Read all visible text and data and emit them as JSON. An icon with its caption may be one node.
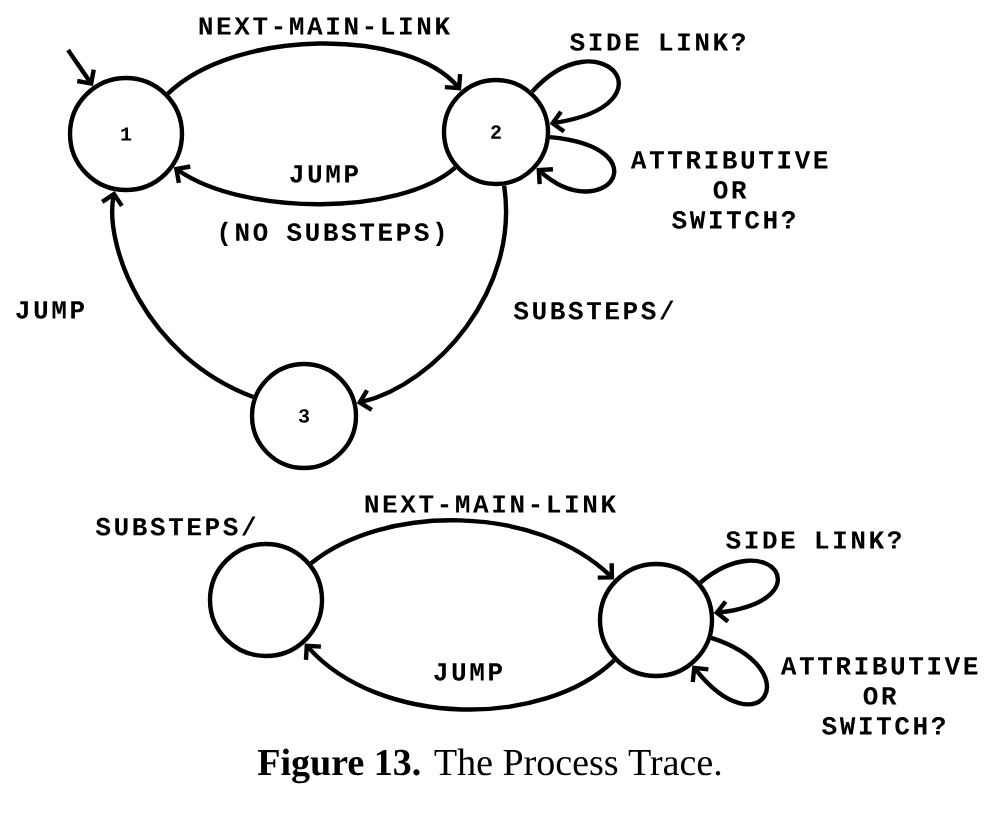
{
  "diagram": {
    "caption": "**Figure 13.** The Process Trace.",
    "nodes": [
      {
        "text": [
          "1"
        ]
      },
      {
        "text": [
          "2"
        ]
      },
      {
        "text": [
          "3"
        ]
      },
      {
        "text": [],
        "shape": "circle",
        "beside": [
          "SUBSTEPS/"
        ]
      },
      {
        "text": [],
        "shape": "circle"
      }
    ],
    "edges": [
      {
        "from": null,
        "to": 0,
        "arrow": "to"
      },
      {
        "from": 0,
        "to": 1,
        "arrow": "to",
        "label": "NEXT-MAIN-LINK"
      },
      {
        "from": 1,
        "to": 0,
        "arrow": "to",
        "label": "JUMP"
      },
      {
        "from": 1,
        "to": 1,
        "arrow": "to",
        "label": "SIDE LINK?"
      },
      {
        "from": 1,
        "to": 1,
        "arrow": "to",
        "label": "ATTRIBUTIVE OR SWITCH?"
      },
      {
        "from": 1,
        "to": 2,
        "arrow": "to",
        "label": "SUBSTEPS/"
      },
      {
        "from": 2,
        "to": 0,
        "arrow": "to",
        "label": "JUMP"
      },
      {
        "from": 3,
        "to": 4,
        "arrow": "to",
        "label": "NEXT-MAIN-LINK"
      },
      {
        "from": 4,
        "to": 3,
        "arrow": "to",
        "label": "JUMP"
      },
      {
        "from": 4,
        "to": 4,
        "arrow": "to",
        "label": "SIDE LINK?"
      },
      {
        "from": 4,
        "to": 4,
        "arrow": "to",
        "label": "ATTRIBUTIVE OR SWITCH?"
      }
    ],
    "labels": [
      "(NO SUBSTEPS)"
    ]
  }
}
